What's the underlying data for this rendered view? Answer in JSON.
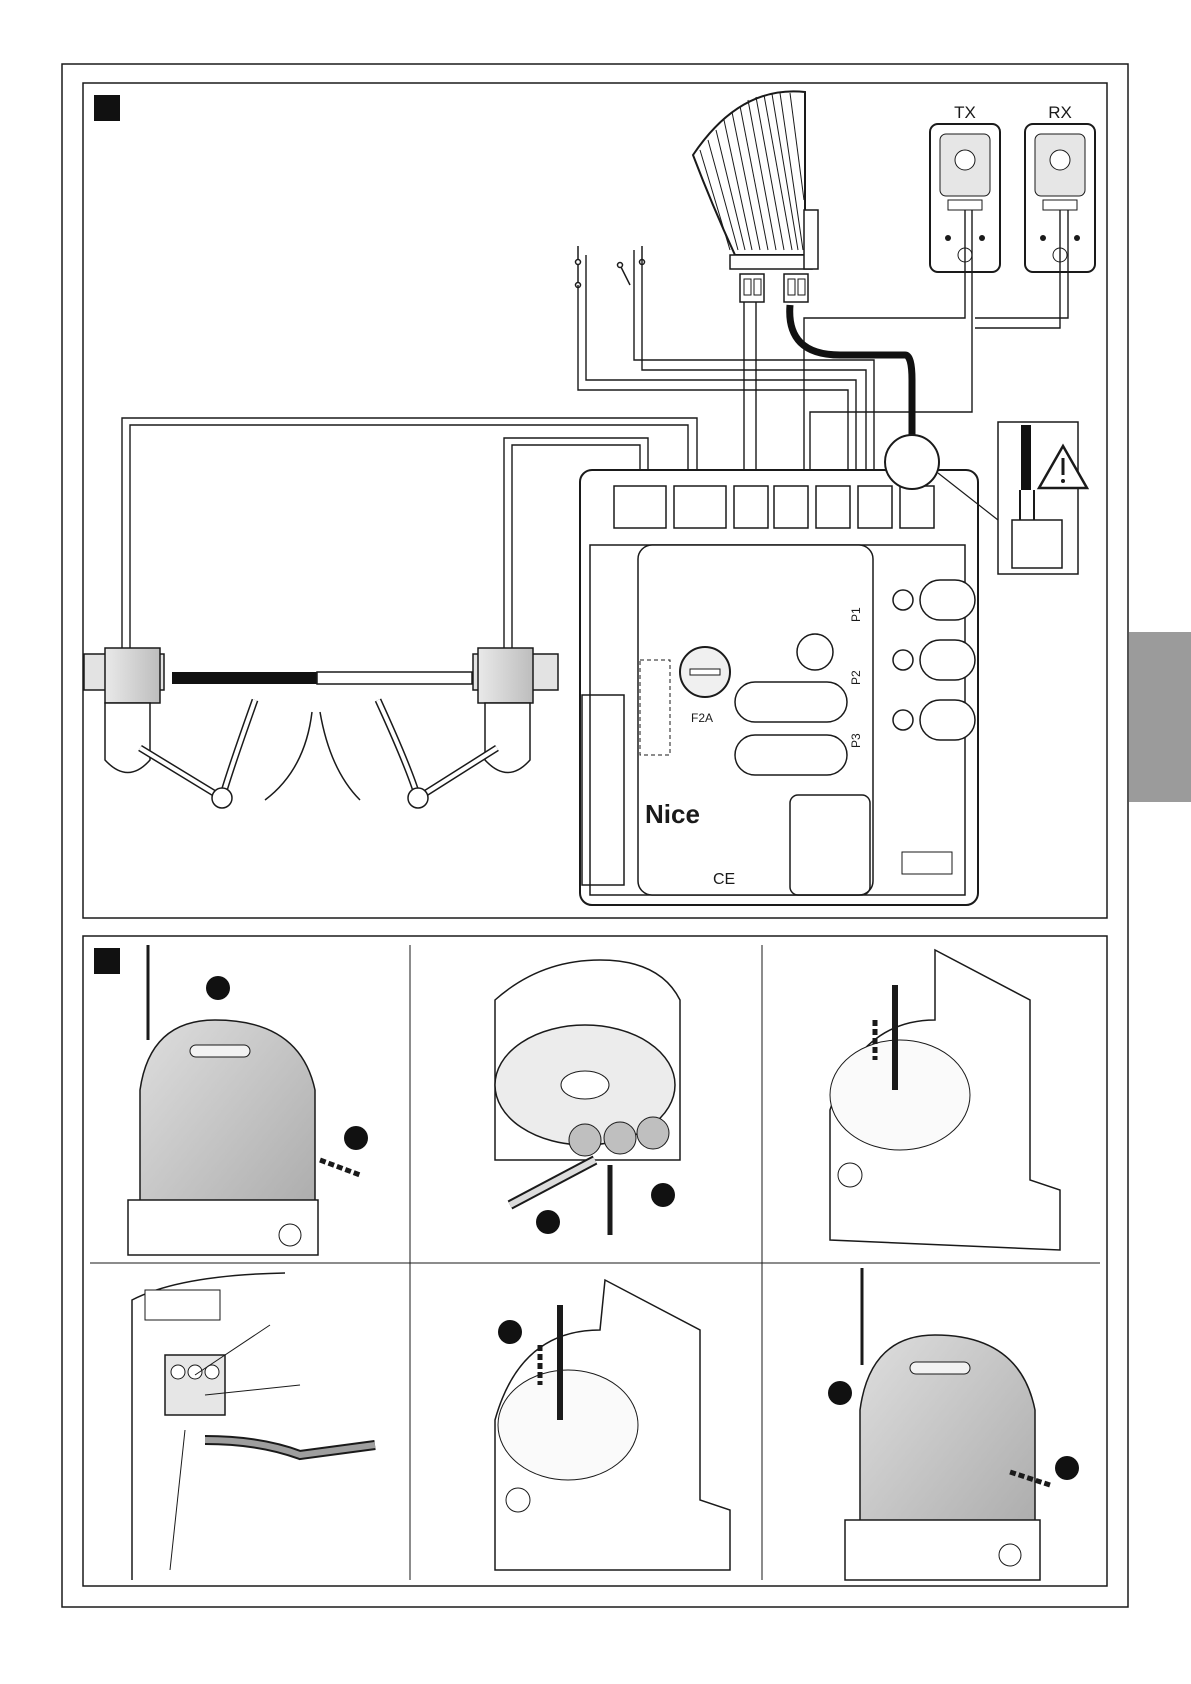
{
  "diagram1": {
    "photocell_tx_label": "TX",
    "photocell_rx_label": "RX",
    "board": {
      "brand": "Nice",
      "fuse_label": "F2A",
      "button_labels": [
        "P1",
        "P2",
        "P3"
      ],
      "ce_mark": "CE"
    }
  },
  "colors": {
    "line": "#1a1a1a",
    "marker": "#111111",
    "motor_grey": "#d4d4d4",
    "cover_grey": "#c8c8c8",
    "tab_grey": "#9b9b9b"
  }
}
